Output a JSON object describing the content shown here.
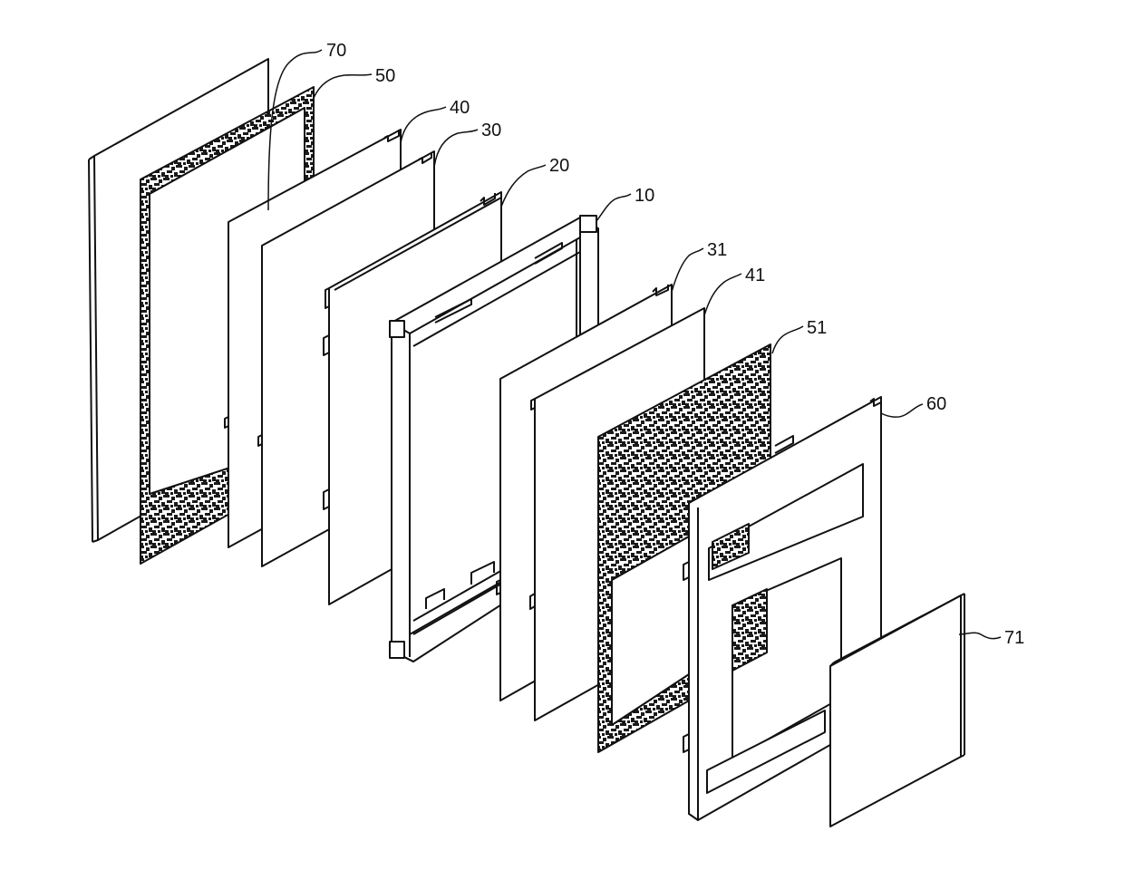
{
  "diagram": {
    "colors": {
      "line": "#111111",
      "background": "#ffffff",
      "speckle": "#1a1a1a"
    },
    "reference_numerals": {
      "cover_front": "70",
      "adhesive_front": "50",
      "sheet_40": "40",
      "sheet_30": "30",
      "plate_20": "20",
      "frame_10": "10",
      "sheet_31": "31",
      "sheet_41": "41",
      "adhesive_back": "51",
      "back_plate": "60",
      "cover_back": "71"
    }
  }
}
